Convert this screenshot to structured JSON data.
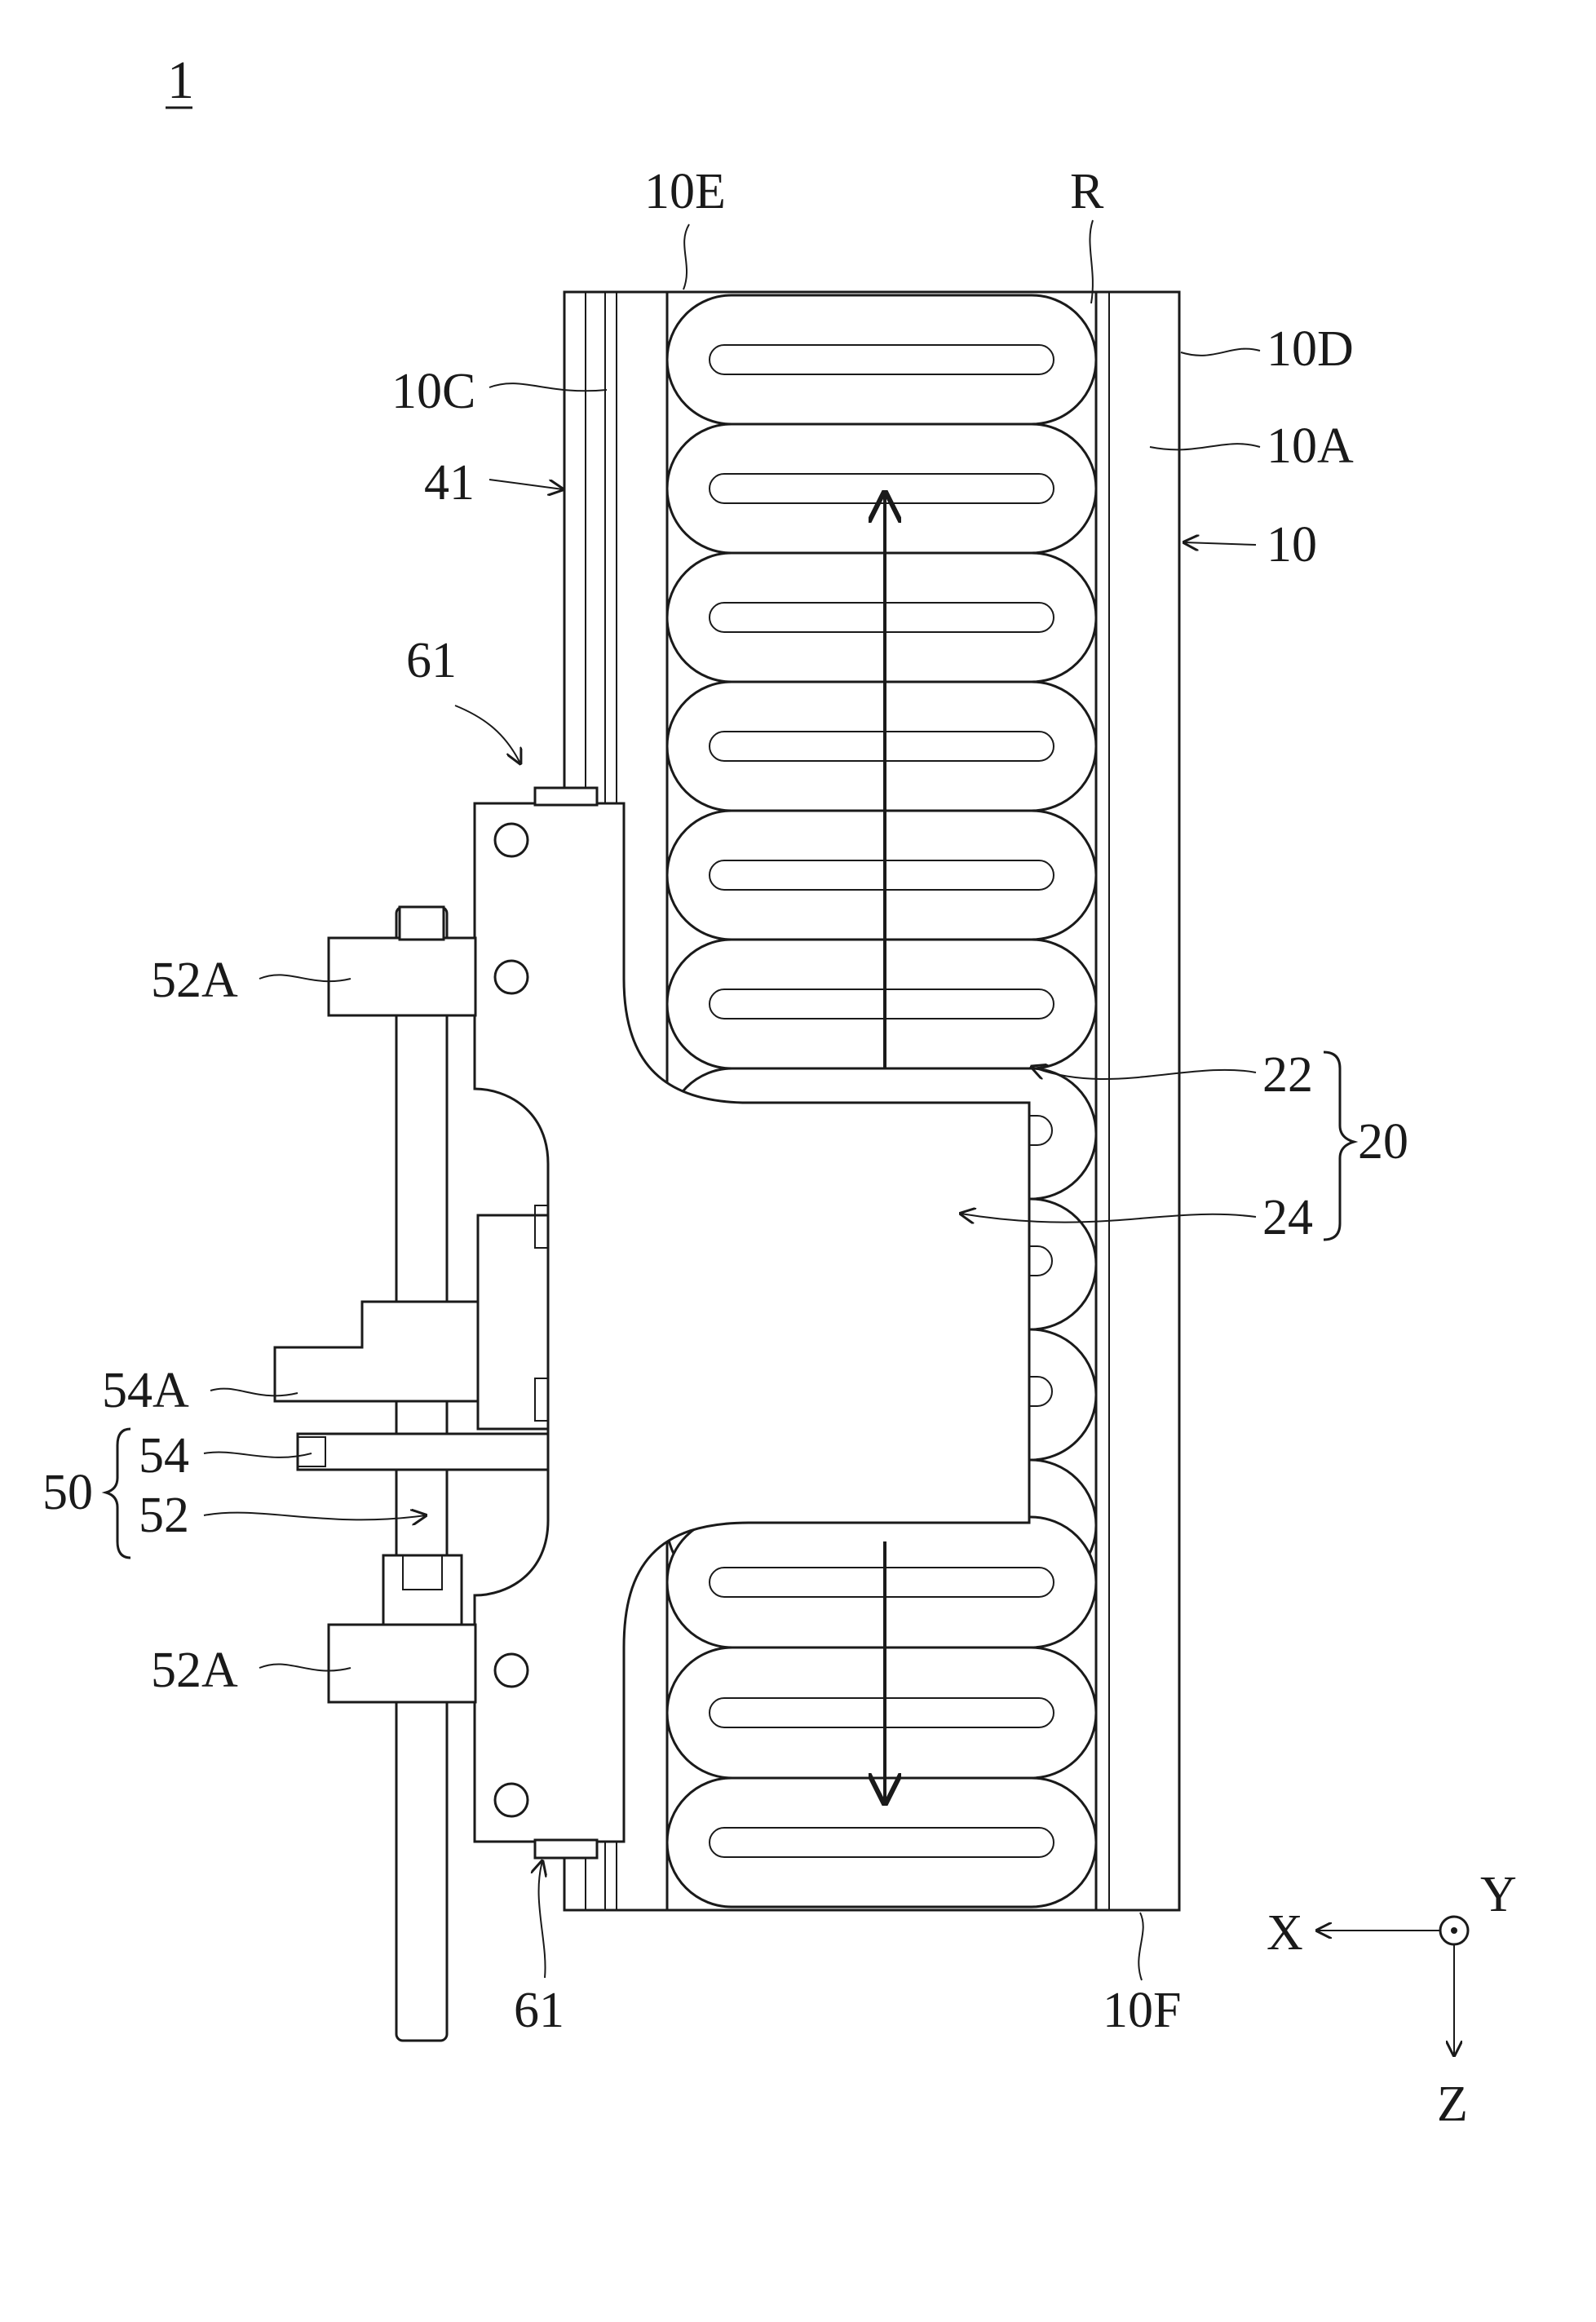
{
  "figure": {
    "number": "1",
    "labels": {
      "l_10E": "10E",
      "l_R": "R",
      "l_10D": "10D",
      "l_10C": "10C",
      "l_10A": "10A",
      "l_41": "41",
      "l_10": "10",
      "l_61_top": "61",
      "l_52A_top": "52A",
      "l_22": "22",
      "l_20": "20",
      "l_24": "24",
      "l_54A": "54A",
      "l_54": "54",
      "l_50": "50",
      "l_52": "52",
      "l_52A_bottom": "52A",
      "l_61_bottom": "61",
      "l_10F": "10F"
    },
    "axes": {
      "x": "X",
      "y": "Y",
      "z": "Z"
    }
  }
}
